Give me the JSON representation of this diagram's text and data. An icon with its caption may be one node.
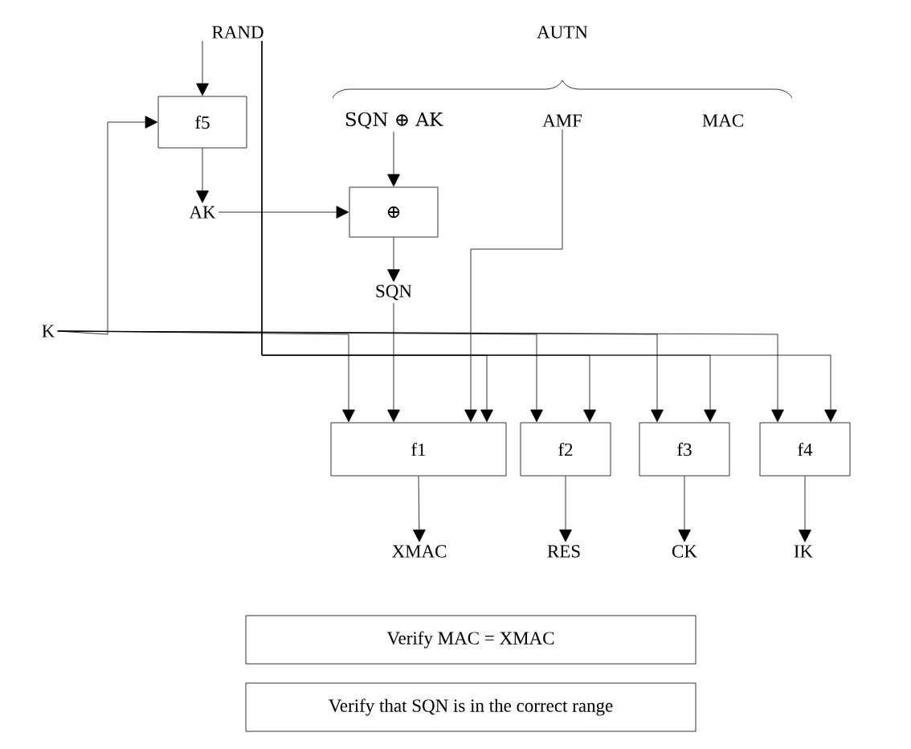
{
  "diagram": {
    "nodes": [
      {
        "text": [
          "RAND"
        ]
      },
      {
        "text": [
          "f5"
        ]
      },
      {
        "text": [
          "AK"
        ]
      },
      {
        "text": [
          "SQN ⊕ AK"
        ]
      },
      {
        "text": [
          "⊕"
        ]
      },
      {
        "text": [
          "SQN"
        ]
      },
      {
        "text": [
          "AMF"
        ]
      },
      {
        "text": [
          "K"
        ]
      },
      {
        "text": [
          "f1"
        ]
      },
      {
        "text": [
          "f2"
        ]
      },
      {
        "text": [
          "f3"
        ]
      },
      {
        "text": [
          "f4"
        ]
      },
      {
        "text": [
          "XMAC"
        ]
      },
      {
        "text": [
          "RES"
        ]
      },
      {
        "text": [
          "CK"
        ]
      },
      {
        "text": [
          "IK"
        ]
      },
      {
        "text": [
          "Verify MAC = XMAC"
        ]
      },
      {
        "text": [
          "Verify that SQN is in the correct range"
        ]
      }
    ],
    "edges": [
      {
        "from": 0,
        "to": 1,
        "arrow": "to"
      },
      {
        "from": 1,
        "to": 2,
        "arrow": "to"
      },
      {
        "from": 7,
        "to": 1,
        "arrow": "to"
      },
      {
        "from": 2,
        "to": 4,
        "arrow": "to"
      },
      {
        "from": 3,
        "to": 4,
        "arrow": "to"
      },
      {
        "from": 4,
        "to": 5,
        "arrow": "to"
      },
      {
        "from": 5,
        "to": 8,
        "arrow": "to"
      },
      {
        "from": 6,
        "to": 8,
        "arrow": "to"
      },
      {
        "from": 7,
        "to": 8,
        "arrow": "to"
      },
      {
        "from": 7,
        "to": 9,
        "arrow": "to"
      },
      {
        "from": 7,
        "to": 10,
        "arrow": "to"
      },
      {
        "from": 7,
        "to": 11,
        "arrow": "to"
      },
      {
        "from": 0,
        "to": 8,
        "arrow": "to"
      },
      {
        "from": 0,
        "to": 9,
        "arrow": "to"
      },
      {
        "from": 0,
        "to": 10,
        "arrow": "to"
      },
      {
        "from": 0,
        "to": 11,
        "arrow": "to"
      },
      {
        "from": 8,
        "to": 12,
        "arrow": "to"
      },
      {
        "from": 9,
        "to": 13,
        "arrow": "to"
      },
      {
        "from": 10,
        "to": 14,
        "arrow": "to"
      },
      {
        "from": 11,
        "to": 15,
        "arrow": "to"
      }
    ],
    "labels": [
      "AUTN",
      "MAC"
    ]
  }
}
